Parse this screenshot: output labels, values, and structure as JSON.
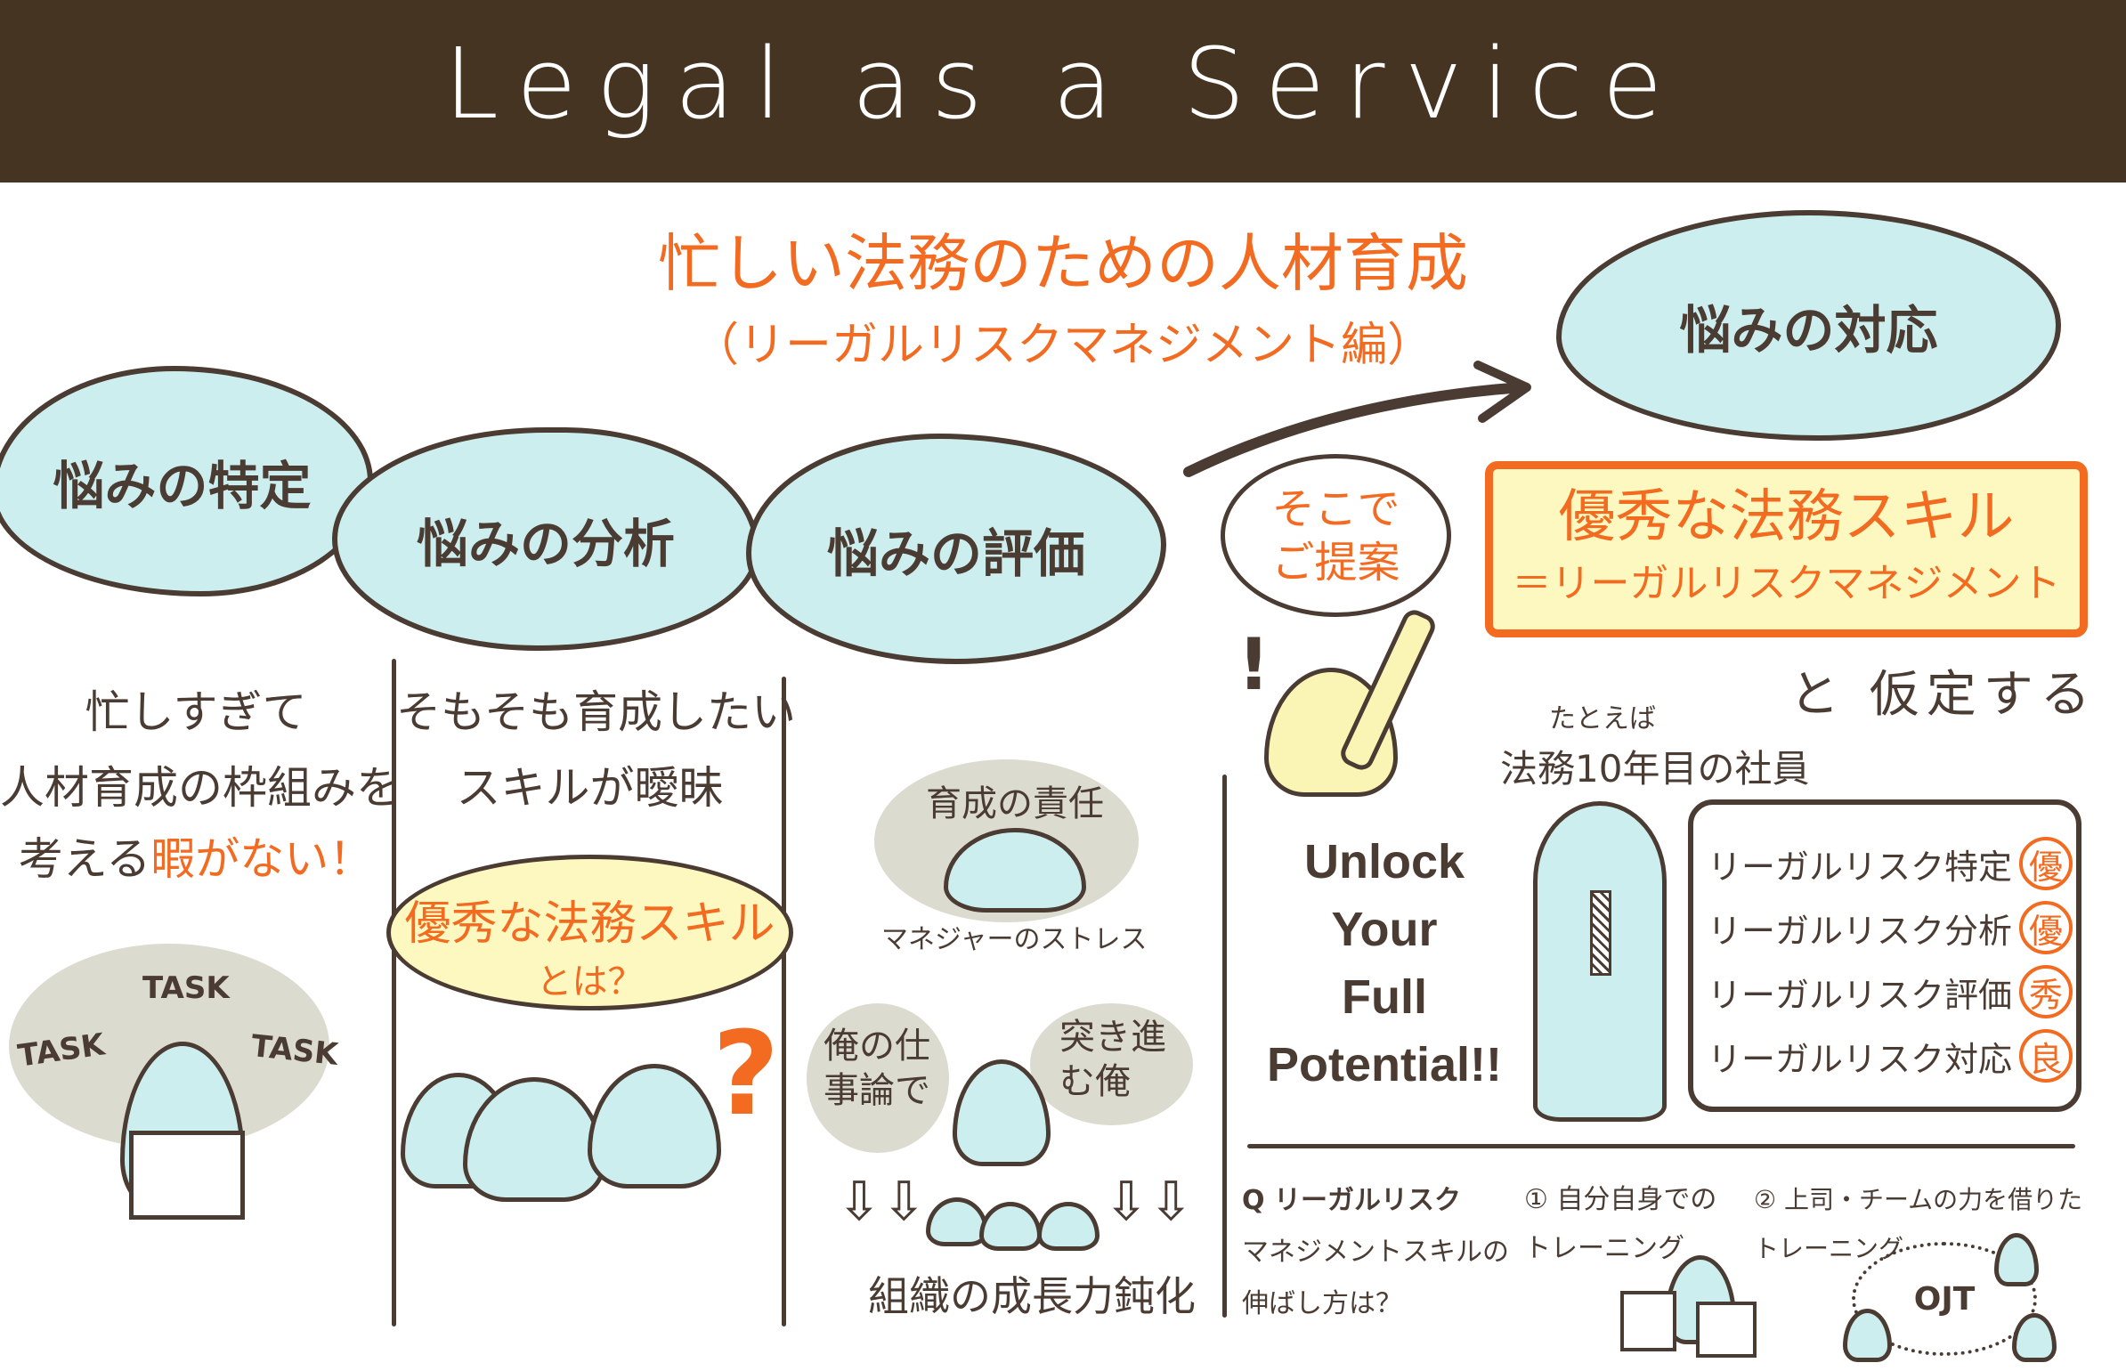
{
  "header": {
    "title": "Legal as a Service"
  },
  "subtitle": {
    "line1": "忙しい法務のための人材育成",
    "line2": "（リーガルリスクマネジメント編）"
  },
  "clouds": [
    {
      "label": "悩みの特定"
    },
    {
      "label": "悩みの分析"
    },
    {
      "label": "悩みの評価"
    },
    {
      "label": "悩みの対応"
    }
  ],
  "col1": {
    "lines": [
      "忙しすぎて",
      "人材育成の枠組みを"
    ],
    "line3_prefix": "考える",
    "line3_emph": "暇がない！",
    "tasks": [
      "TASK",
      "TASK",
      "TASK"
    ]
  },
  "col2": {
    "lines": [
      "そもそも育成したい",
      "スキルが曖昧"
    ],
    "bubble_main": "優秀な法務スキル",
    "bubble_sub": "とは？",
    "question_mark": "?"
  },
  "col3": {
    "responsibility": "育成の責任",
    "manager_stress": "マネジャーのストレス",
    "my_theory": "俺の仕事論で",
    "charging_me": "突き進む俺",
    "org_decline": "組織の成長力鈍化"
  },
  "col4": {
    "proposal_bubble": "そこでご提案",
    "exclaim": "!",
    "hypothesis_line1": "優秀な法務スキル",
    "hypothesis_line2": "＝リーガルリスクマネジメント",
    "assume": "と 仮定する",
    "example": "たとえば",
    "employee": "法務10年目の社員",
    "unlock": [
      "Unlock",
      "Your",
      "Full",
      "Potential!!"
    ],
    "skills": [
      {
        "name": "リーガルリスク特定",
        "grade": "優"
      },
      {
        "name": "リーガルリスク分析",
        "grade": "優"
      },
      {
        "name": "リーガルリスク評価",
        "grade": "秀"
      },
      {
        "name": "リーガルリスク対応",
        "grade": "良"
      }
    ],
    "question": [
      "Q リーガルリスク",
      "マネジメントスキルの",
      "伸ばし方は？"
    ],
    "option1": [
      "① 自分自身での",
      "トレーニング"
    ],
    "option2": [
      "② 上司・チームの力を借りた",
      "トレーニング"
    ],
    "ojt": "OJT"
  },
  "colors": {
    "header": "#453421",
    "accent": "#f26b21",
    "cloud": "#cdeeee",
    "ink": "#4a3b33",
    "highlight": "#fdf8bf"
  }
}
